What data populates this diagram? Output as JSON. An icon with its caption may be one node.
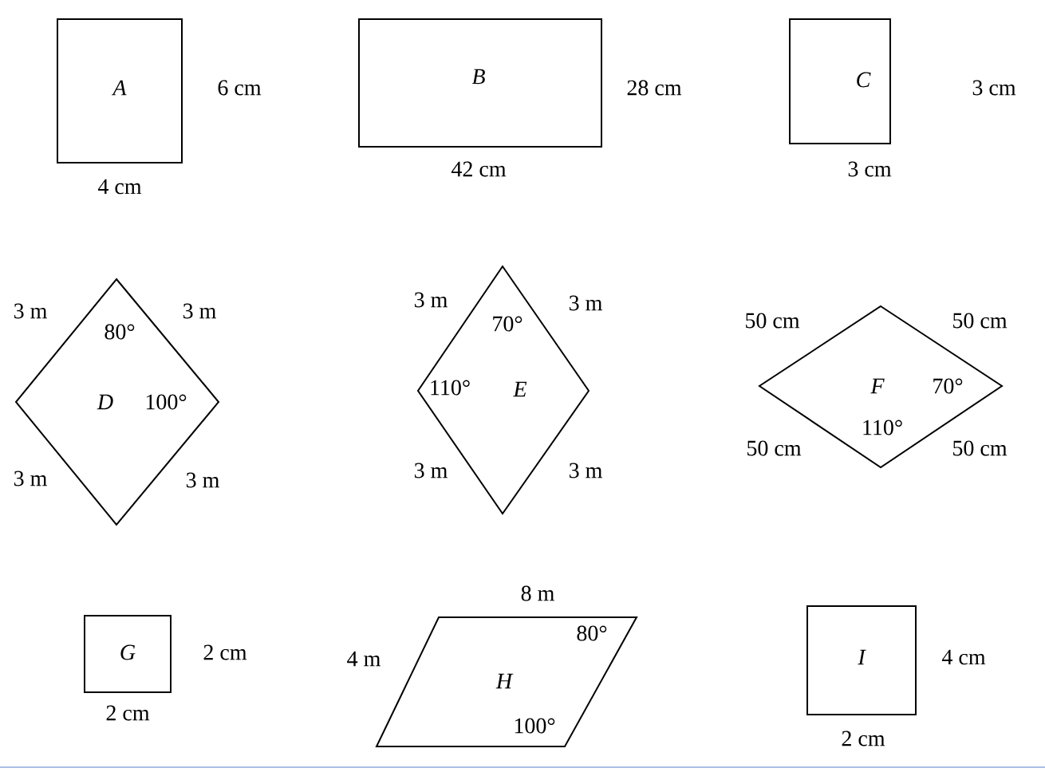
{
  "diagram": {
    "nodes": [
      {
        "text": [
          "A"
        ],
        "beside": [
          "6 cm",
          "4 cm"
        ]
      },
      {
        "text": [
          "B"
        ],
        "beside": [
          "28 cm",
          "42 cm"
        ]
      },
      {
        "text": [
          "C"
        ],
        "beside": [
          "3 cm",
          "3 cm"
        ]
      },
      {
        "text": [
          "80°",
          "D",
          "100°"
        ],
        "beside": [
          "3 m",
          "3 m",
          "3 m",
          "3 m"
        ]
      },
      {
        "text": [
          "70°",
          "110°",
          "E"
        ],
        "beside": [
          "3 m",
          "3 m",
          "3 m",
          "3 m"
        ]
      },
      {
        "text": [
          "F",
          "70°",
          "110°"
        ],
        "beside": [
          "50 cm",
          "50 cm",
          "50 cm",
          "50 cm"
        ]
      },
      {
        "text": [
          "G"
        ],
        "beside": [
          "2 cm",
          "2 cm"
        ]
      },
      {
        "text": [
          "80°",
          "H",
          "100°"
        ],
        "beside": [
          "8 m",
          "4 m"
        ]
      },
      {
        "text": [
          "I"
        ],
        "beside": [
          "4 cm",
          "2 cm"
        ]
      }
    ]
  }
}
